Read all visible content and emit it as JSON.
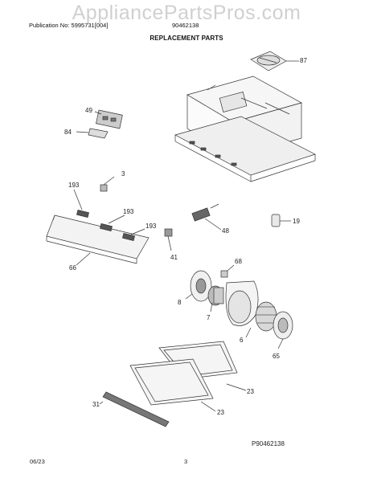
{
  "watermark": "AppliancePartsPros.com",
  "header": {
    "publication_label": "Publication No: 5995731[004]",
    "publication_number": "90462138",
    "title": "REPLACEMENT PARTS"
  },
  "parts": [
    {
      "callout": "87"
    },
    {
      "callout": "49"
    },
    {
      "callout": "84"
    },
    {
      "callout": "3"
    },
    {
      "callout": "193"
    },
    {
      "callout": "193"
    },
    {
      "callout": "193"
    },
    {
      "callout": "66"
    },
    {
      "callout": "41"
    },
    {
      "callout": "48"
    },
    {
      "callout": "19"
    },
    {
      "callout": "68"
    },
    {
      "callout": "8"
    },
    {
      "callout": "7"
    },
    {
      "callout": "6"
    },
    {
      "callout": "65"
    },
    {
      "callout": "23"
    },
    {
      "callout": "23"
    },
    {
      "callout": "31"
    }
  ],
  "diagram_code": "P90462138",
  "footer": {
    "date": "06/23",
    "page": "3"
  }
}
